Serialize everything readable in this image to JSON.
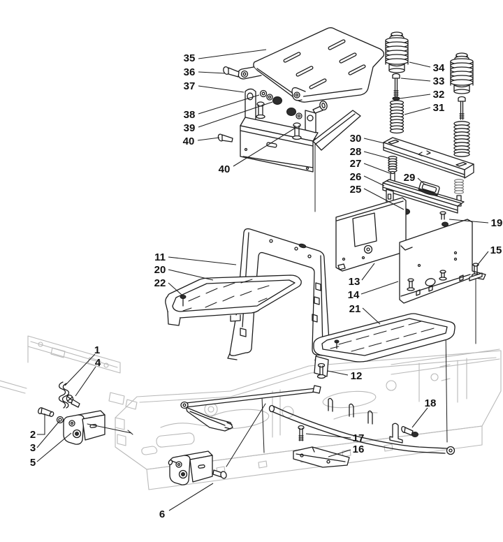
{
  "diagram": {
    "type": "exploded-parts-diagram",
    "callouts": [
      {
        "num": "35"
      },
      {
        "num": "36"
      },
      {
        "num": "37"
      },
      {
        "num": "38"
      },
      {
        "num": "39"
      },
      {
        "num": "40"
      },
      {
        "num": "40"
      },
      {
        "num": "34"
      },
      {
        "num": "33"
      },
      {
        "num": "32"
      },
      {
        "num": "31"
      },
      {
        "num": "30"
      },
      {
        "num": "28"
      },
      {
        "num": "27"
      },
      {
        "num": "26"
      },
      {
        "num": "29"
      },
      {
        "num": "25"
      },
      {
        "num": "19"
      },
      {
        "num": "15"
      },
      {
        "num": "11"
      },
      {
        "num": "20"
      },
      {
        "num": "22"
      },
      {
        "num": "13"
      },
      {
        "num": "14"
      },
      {
        "num": "21"
      },
      {
        "num": "12"
      },
      {
        "num": "1"
      },
      {
        "num": "4"
      },
      {
        "num": "2"
      },
      {
        "num": "3"
      },
      {
        "num": "5"
      },
      {
        "num": "6"
      },
      {
        "num": "18"
      },
      {
        "num": "17"
      },
      {
        "num": "16"
      }
    ]
  },
  "colors": {
    "line": "#1c1c1c",
    "background_line": "#b9b9b9",
    "paper": "#ffffff",
    "dark_fill": "#2e2e2e"
  }
}
